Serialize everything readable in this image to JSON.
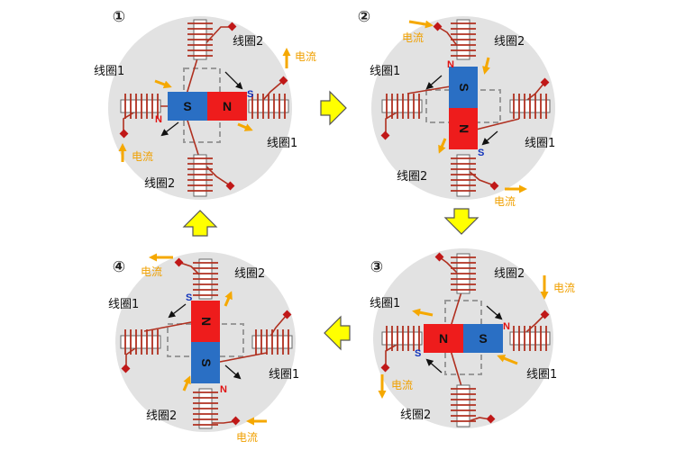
{
  "colors": {
    "disk": "#e2e2e2",
    "wire": "#b03020",
    "terminal": "#c01818",
    "magnet_n": "#ee1c1c",
    "magnet_s": "#2a6fc4",
    "current_arrow": "#f5a800",
    "flow_arrow_fill": "#ffff00",
    "flow_arrow_stroke": "#555555",
    "pole_n": "#e01010",
    "pole_s": "#1133bb"
  },
  "icons": {
    "flow_arrow": "block-arrow",
    "current_arrow": "arrow",
    "terminal": "diamond"
  },
  "panels": [
    {
      "step": "①",
      "coils": {
        "top": "线圈2",
        "left": "线圈1",
        "right": "线圈1",
        "bottom": "线圈2"
      },
      "magnet": {
        "left": "S",
        "right": "N"
      },
      "poles": [
        "N",
        "S"
      ],
      "current": [
        "电流",
        "电流"
      ]
    },
    {
      "step": "②",
      "coils": {
        "top": "线圈2",
        "left": "线圈1",
        "right": "线圈1",
        "bottom": "线圈2"
      },
      "magnet": {
        "top": "S",
        "bottom": "N"
      },
      "poles": [
        "N",
        "S"
      ],
      "current": [
        "电流",
        "电流"
      ]
    },
    {
      "step": "③",
      "coils": {
        "top": "线圈2",
        "left": "线圈1",
        "right": "线圈1",
        "bottom": "线圈2"
      },
      "magnet": {
        "left": "N",
        "right": "S"
      },
      "poles": [
        "S",
        "N"
      ],
      "current": [
        "电流",
        "电流"
      ]
    },
    {
      "step": "④",
      "coils": {
        "top": "线圈2",
        "left": "线圈1",
        "right": "线圈1",
        "bottom": "线圈2"
      },
      "magnet": {
        "top": "N",
        "bottom": "S"
      },
      "poles": [
        "S",
        "N"
      ],
      "current": [
        "电流",
        "电流"
      ]
    }
  ]
}
